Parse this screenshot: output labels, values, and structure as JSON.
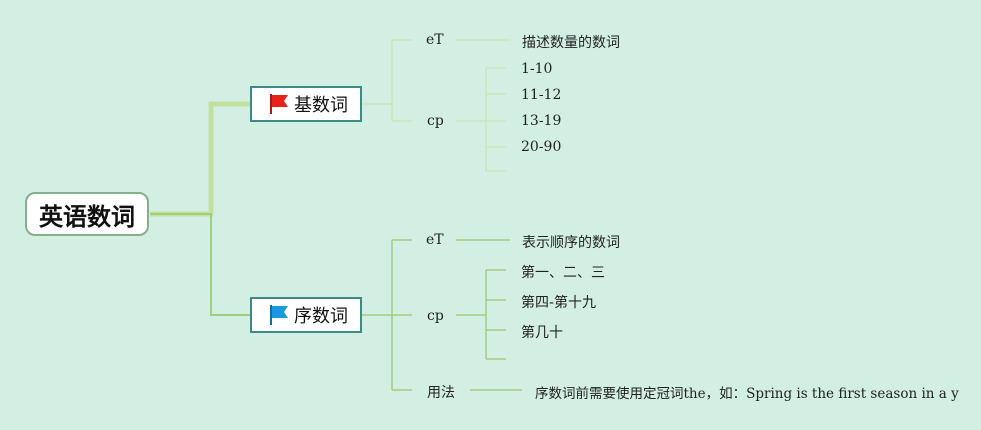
{
  "root": {
    "label": "英语数词"
  },
  "branches": [
    {
      "label": "基数词",
      "flag_color": "#e8231a",
      "children": [
        {
          "label": "eT",
          "leaves": [
            "描述数量的数词"
          ]
        },
        {
          "label": "cp",
          "leaves": [
            "1-10",
            "11-12",
            "13-19",
            "20-90"
          ]
        }
      ]
    },
    {
      "label": "序数词",
      "flag_color": "#1c97e0",
      "children": [
        {
          "label": "eT",
          "leaves": [
            "表示顺序的数词"
          ]
        },
        {
          "label": "cp",
          "leaves": [
            "第一、二、三",
            "第四-第十九",
            "第几十"
          ]
        },
        {
          "label": "用法",
          "leaves": [
            "序数词前需要使用定冠词the，如：Spring is the first season in a y"
          ]
        }
      ]
    }
  ],
  "colors": {
    "background": "#d3efe3",
    "main_connector": "#c3e0a0",
    "connector": "#9fcf7e",
    "light_connector": "#c8e8b8",
    "node_border": "#3c8a86",
    "root_border": "#86b08a"
  }
}
